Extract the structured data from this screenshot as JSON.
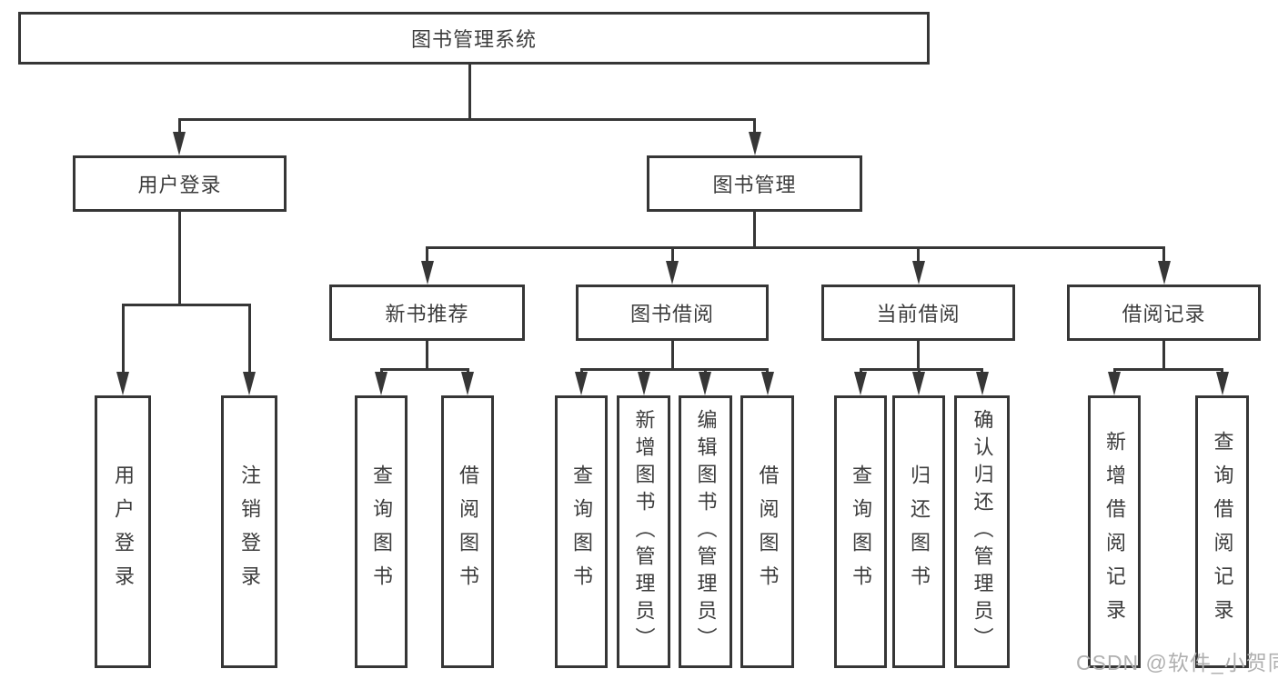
{
  "tree": {
    "root": "图书管理系统",
    "children": [
      {
        "label": "用户登录",
        "children": [
          "用户登录",
          "注销登录"
        ]
      },
      {
        "label": "图书管理",
        "children": [
          {
            "label": "新书推荐",
            "children": [
              "查询图书",
              "借阅图书"
            ]
          },
          {
            "label": "图书借阅",
            "children": [
              "查询图书",
              "新增图书（管理员）",
              "编辑图书（管理员）",
              "借阅图书"
            ]
          },
          {
            "label": "当前借阅",
            "children": [
              "查询图书",
              "归还图书",
              "确认归还（管理员）"
            ]
          },
          {
            "label": "借阅记录",
            "children": [
              "新增借阅记录",
              "查询借阅记录"
            ]
          }
        ]
      }
    ]
  },
  "watermark": {
    "text": "CSDN @软件_小贺同学"
  },
  "colors": {
    "line": "#363636",
    "text": "#3c3c3c",
    "watermark": "#b0b0b0",
    "background": "#ffffff"
  }
}
